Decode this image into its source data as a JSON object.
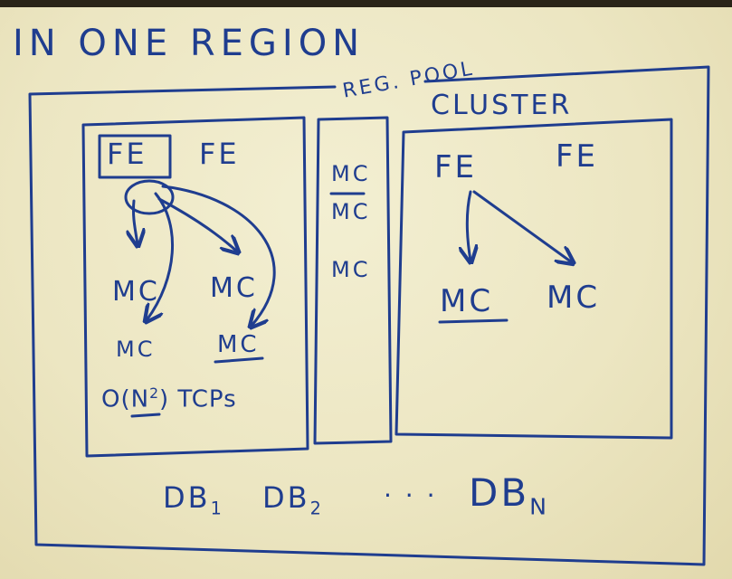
{
  "title": "IN ONE REGION",
  "region_pool_label": "REG. POOL",
  "cluster_label": "CLUSTER",
  "left_box": {
    "fe_boxed": "FE",
    "fe_second": "FE",
    "mc_top_left": "MC",
    "mc_top_right": "MC",
    "mc_bottom_left": "MC",
    "mc_bottom_right": "MC",
    "connections_base": "O(N",
    "connections_exp": "2",
    "connections_suffix": ") TCPs"
  },
  "pool_box": {
    "items": [
      "MC",
      "MC",
      "MC"
    ]
  },
  "cluster_box": {
    "fe_left": "FE",
    "fe_right": "FE",
    "mc_left": "MC",
    "mc_right": "MC"
  },
  "databases": {
    "db1": "DB",
    "db1_sub": "1",
    "db2": "DB",
    "db2_sub": "2",
    "ellipsis": "· · ·",
    "dbn": "DB",
    "dbn_sub": "N"
  },
  "colors": {
    "ink": "#1f3d8f",
    "board": "#efe9c8"
  }
}
